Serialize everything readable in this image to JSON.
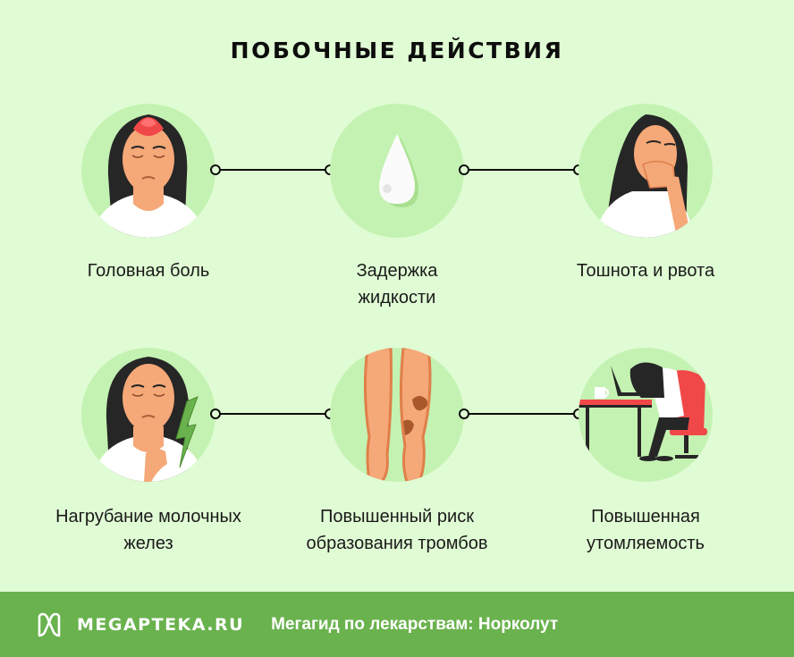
{
  "title": "ПОБОЧНЫЕ ДЕЙСТВИЯ",
  "items": [
    {
      "label": "Головная боль",
      "icon": "woman-headache-illustration"
    },
    {
      "label": "Задержка жидкости",
      "icon": "water-drop-icon"
    },
    {
      "label": "Тошнота и рвота",
      "icon": "woman-nausea-illustration"
    },
    {
      "label": "Нагрубание молочных желез",
      "icon": "woman-chest-pain-illustration"
    },
    {
      "label": "Повышенный риск образования тромбов",
      "icon": "legs-thrombosis-illustration"
    },
    {
      "label": "Повышенная утомляемость",
      "icon": "tired-woman-desk-illustration"
    }
  ],
  "footer": {
    "brand": "MEGAPTEKA.RU",
    "subtitle": "Мегагид по лекарствам: Норколут"
  },
  "colors": {
    "background": "#e0fcd4",
    "circle": "#c4f2b2",
    "footer": "#6ab24e",
    "accent_red": "#f04848",
    "skin": "#f5a878",
    "hair": "#262626"
  }
}
